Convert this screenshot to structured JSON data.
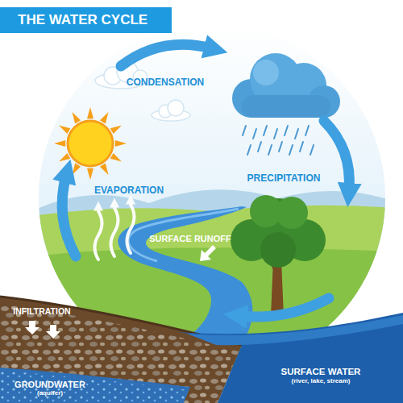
{
  "diagram": {
    "title": "THE WATER CYCLE",
    "labels": [
      "CONDENSATION",
      "PRECIPITATION",
      "EVAPORATION",
      "SURFACE RUNOFF",
      "INFILTRATION",
      "GROUNDWATER",
      "(aquifer)",
      "SURFACE WATER",
      "(river, lake, stream)"
    ]
  }
}
